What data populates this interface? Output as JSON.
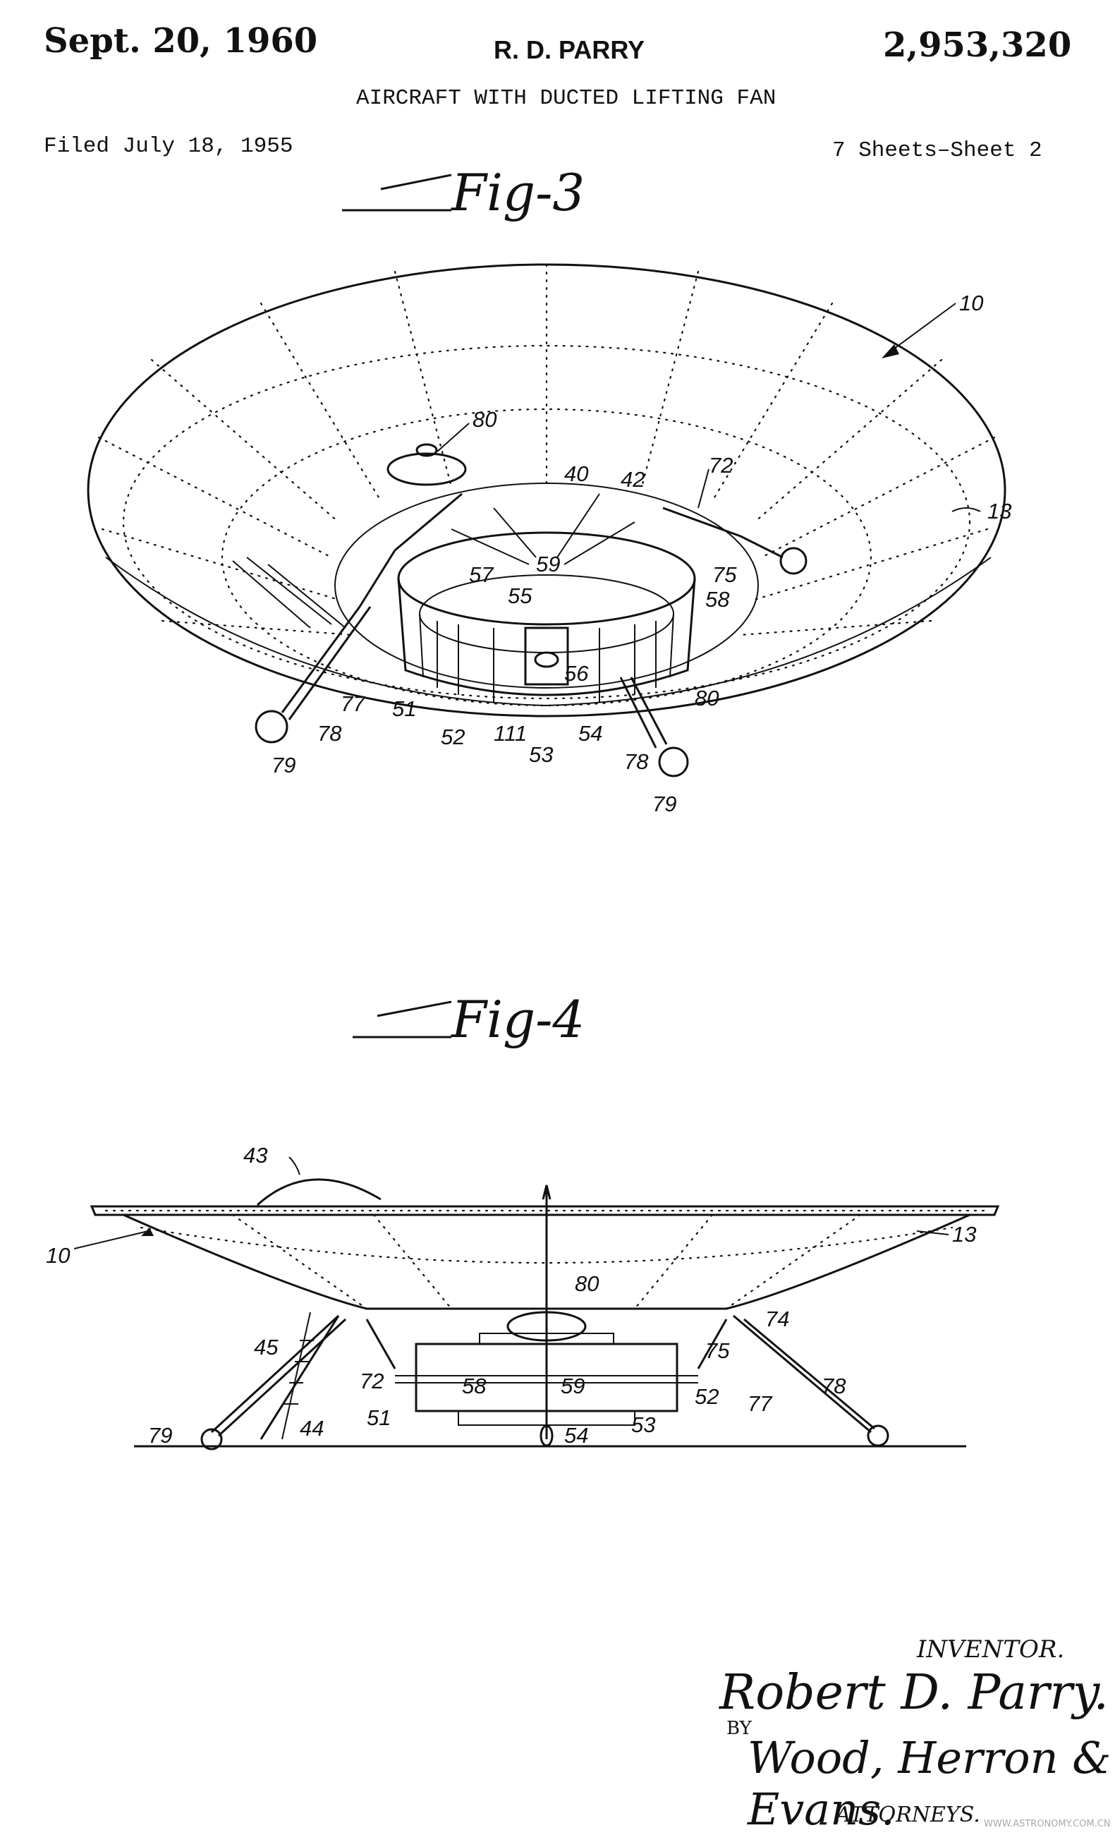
{
  "header": {
    "date": "Sept. 20, 1960",
    "inventor_name": "R. D. PARRY",
    "patent_number": "2,953,320",
    "title": "AIRCRAFT WITH DUCTED LIFTING FAN",
    "filed": "Filed July 18, 1955",
    "sheets": "7 Sheets–Sheet 2"
  },
  "fig3": {
    "caption": "Fig-3",
    "labels": {
      "l10": "10",
      "l13": "13",
      "l80a": "80",
      "l40": "40",
      "l42": "42",
      "l72": "72",
      "l59": "59",
      "l57": "57",
      "l75": "75",
      "l55": "55",
      "l58": "58",
      "l56": "56",
      "l80b": "80",
      "l77": "77",
      "l51": "51",
      "l52": "52",
      "l111": "111",
      "l53": "53",
      "l54": "54",
      "l78a": "78",
      "l79a": "79",
      "l78b": "78",
      "l79b": "79"
    }
  },
  "fig4": {
    "caption": "Fig-4",
    "labels": {
      "l43": "43",
      "l10": "10",
      "l13": "13",
      "l80": "80",
      "l74": "74",
      "l45": "45",
      "l72": "72",
      "l58": "58",
      "l59": "59",
      "l75": "75",
      "l52": "52",
      "l77": "77",
      "l78": "78",
      "l51": "51",
      "l79": "79",
      "l44": "44",
      "l53": "53",
      "l54": "54"
    }
  },
  "signature": {
    "inventor_heading": "INVENTOR.",
    "inventor_signature": "Robert D. Parry.",
    "by": "BY",
    "attorneys_signature": "Wood, Herron & Evans.",
    "attorneys_heading": "ATTORNEYS."
  },
  "watermark": "WWW.ASTRONOMY.COM.CN"
}
